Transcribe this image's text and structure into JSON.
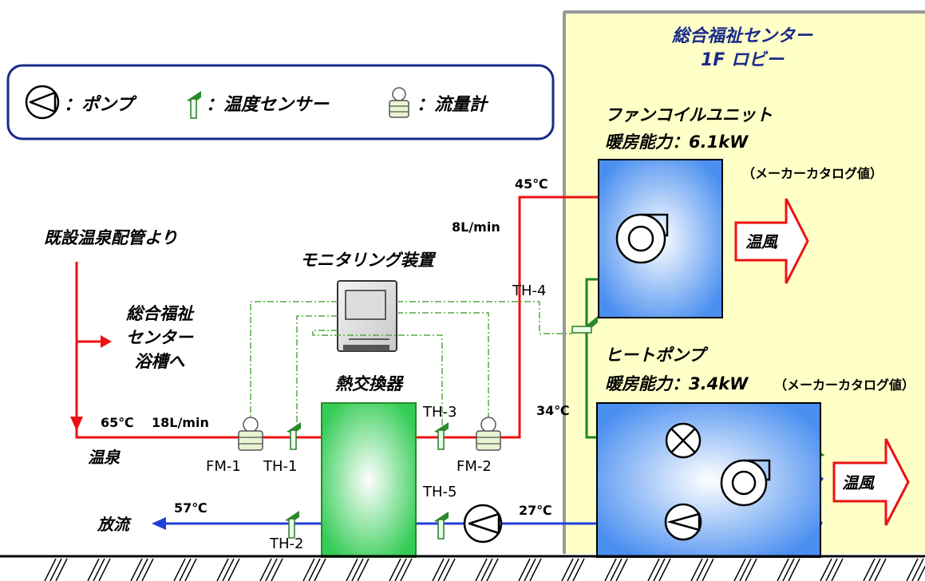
{
  "lobby": {
    "title_line1": "総合福祉センター",
    "title_line2": "1F ロビー"
  },
  "legend": {
    "pump": "：ポンプ",
    "temp_sensor": "：温度センサー",
    "flow_meter": "：流量計"
  },
  "source": {
    "label": "既設温泉配管より"
  },
  "branch": {
    "line1": "総合福祉",
    "line2": "センター",
    "line3": "浴槽へ"
  },
  "hot_spring": {
    "label": "温泉",
    "temp": "65℃",
    "flow": "18L/min"
  },
  "discharge": {
    "label": "放流",
    "temp": "57℃"
  },
  "monitor": {
    "label": "モニタリング装置"
  },
  "heat_exchanger": {
    "label": "熱交換器"
  },
  "fan_coil": {
    "name": "ファンコイルユニット",
    "capacity": "暖房能力：6.1kW",
    "note": "（メーカーカタログ値）"
  },
  "heat_pump": {
    "name": "ヒートポンプ",
    "capacity": "暖房能力：3.4kW",
    "note": "（メーカーカタログ値）"
  },
  "loop": {
    "temp_supply": "45℃",
    "flow": "8L/min",
    "temp_return": "34℃",
    "temp_mid": "27℃"
  },
  "warm_air": {
    "label": "温風"
  },
  "sensors": {
    "fm1": "FM-1",
    "fm2": "FM-2",
    "th1": "TH-1",
    "th2": "TH-2",
    "th3": "TH-3",
    "th4": "TH-4",
    "th5": "TH-5"
  },
  "colors": {
    "hot": "#ee1111",
    "cold": "#1f3fd8",
    "loop": "#1a8a1a",
    "signal": "#55aa44",
    "lobby_bg": "#ffffc8"
  }
}
